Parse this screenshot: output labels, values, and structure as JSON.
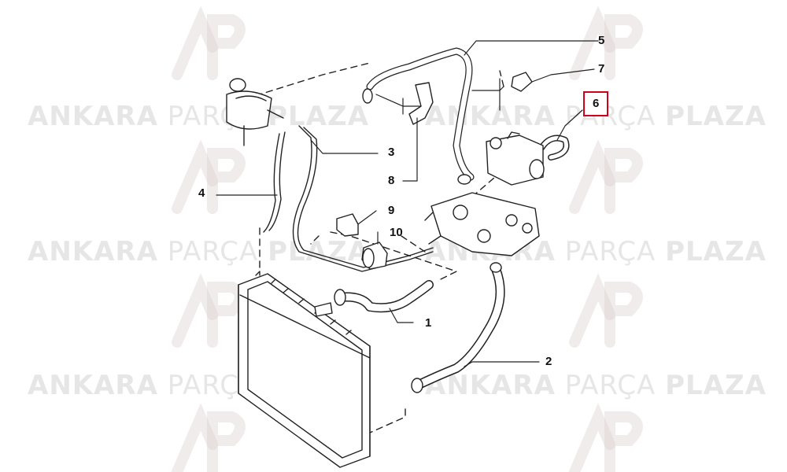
{
  "watermark": {
    "part1": "ANKARA",
    "part2": "PARÇA",
    "part3": "PLAZA"
  },
  "callouts": [
    {
      "id": "1",
      "text": "1"
    },
    {
      "id": "2",
      "text": "2"
    },
    {
      "id": "3",
      "text": "3"
    },
    {
      "id": "4",
      "text": "4"
    },
    {
      "id": "5",
      "text": "5"
    },
    {
      "id": "6",
      "text": "6",
      "highlighted": true
    },
    {
      "id": "7",
      "text": "7"
    },
    {
      "id": "8",
      "text": "8"
    },
    {
      "id": "9",
      "text": "9"
    },
    {
      "id": "10",
      "text": "10"
    }
  ],
  "colors": {
    "highlight": "#d0021b",
    "line": "#222222",
    "watermark": "#c8c8c8"
  }
}
